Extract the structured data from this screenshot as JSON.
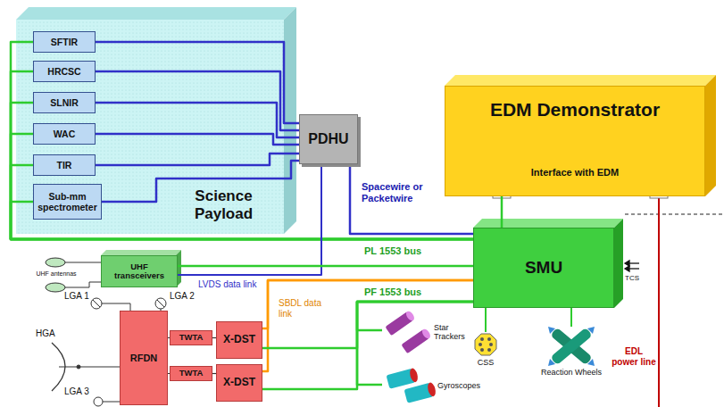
{
  "diagram": {
    "nodes": [
      {
        "text": [
          "Science Payload"
        ]
      },
      {
        "text": [
          "SFTIR"
        ],
        "in": 0
      },
      {
        "text": [
          "HRCSC"
        ],
        "in": 0
      },
      {
        "text": [
          "SLNIR"
        ],
        "in": 0
      },
      {
        "text": [
          "WAC"
        ],
        "in": 0
      },
      {
        "text": [
          "TIR"
        ],
        "in": 0
      },
      {
        "text": [
          "Sub-mm spectrometer"
        ],
        "in": 0
      },
      {
        "text": [
          "PDHU"
        ]
      },
      {
        "text": [
          "EDM Demonstrator",
          "Interface with EDM"
        ]
      },
      {
        "text": [
          "UHF transceivers"
        ]
      },
      {
        "text": [
          "SMU"
        ]
      },
      {
        "text": [
          "RFDN"
        ]
      },
      {
        "text": [
          "TWTA"
        ]
      },
      {
        "text": [
          "X-DST"
        ]
      },
      {
        "text": [
          "Star Trackers"
        ]
      },
      {
        "text": [
          "CSS"
        ]
      },
      {
        "text": [
          "Reaction Wheels"
        ]
      },
      {
        "text": [
          "TWTA"
        ]
      },
      {
        "text": [
          "X-DST"
        ]
      },
      {
        "text": [
          "Gyroscopes"
        ]
      }
    ],
    "edges": [
      {
        "from": 1,
        "to": 7,
        "arrow": "none"
      },
      {
        "from": 2,
        "to": 7,
        "arrow": "none"
      },
      {
        "from": 3,
        "to": 7,
        "arrow": "none"
      },
      {
        "from": 4,
        "to": 7,
        "arrow": "none"
      },
      {
        "from": 5,
        "to": 7,
        "arrow": "none"
      },
      {
        "from": 6,
        "to": 7,
        "arrow": "none"
      },
      {
        "from": 1,
        "to": 10,
        "arrow": "none"
      },
      {
        "from": 2,
        "to": 10,
        "arrow": "none"
      },
      {
        "from": 3,
        "to": 10,
        "arrow": "none"
      },
      {
        "from": 4,
        "to": 10,
        "arrow": "none"
      },
      {
        "from": 5,
        "to": 10,
        "arrow": "none"
      },
      {
        "from": 6,
        "to": 10,
        "arrow": "none"
      },
      {
        "from": 7,
        "to": 10,
        "arrow": "none"
      },
      {
        "from": 9,
        "to": 7,
        "arrow": "none"
      },
      {
        "from": 9,
        "to": 10,
        "arrow": "none"
      },
      {
        "from": 10,
        "to": 8,
        "arrow": "none"
      },
      {
        "from": 13,
        "to": 10,
        "arrow": "none"
      },
      {
        "from": 18,
        "to": 10,
        "arrow": "none"
      },
      {
        "from": 13,
        "to": 10,
        "arrow": "none"
      },
      {
        "from": 18,
        "to": 10,
        "arrow": "none"
      },
      {
        "from": 14,
        "to": 10,
        "arrow": "none"
      },
      {
        "from": 19,
        "to": 10,
        "arrow": "none"
      },
      {
        "from": 10,
        "to": 15,
        "arrow": "none"
      },
      {
        "from": 10,
        "to": 16,
        "arrow": "none"
      },
      {
        "from": 11,
        "to": 12,
        "arrow": "none"
      },
      {
        "from": 12,
        "to": 13,
        "arrow": "none"
      },
      {
        "from": 11,
        "to": 17,
        "arrow": "none"
      },
      {
        "from": 17,
        "to": 18,
        "arrow": "none"
      }
    ],
    "labels": [
      "Spacewire or Packetwire",
      "PL 1553 bus",
      "PF 1553 bus",
      "LVDS data link",
      "SBDL data link",
      "TCS",
      "EDL power line",
      "UHF antennas",
      "LGA 1",
      "LGA 2",
      "LGA 3",
      "HGA"
    ]
  }
}
